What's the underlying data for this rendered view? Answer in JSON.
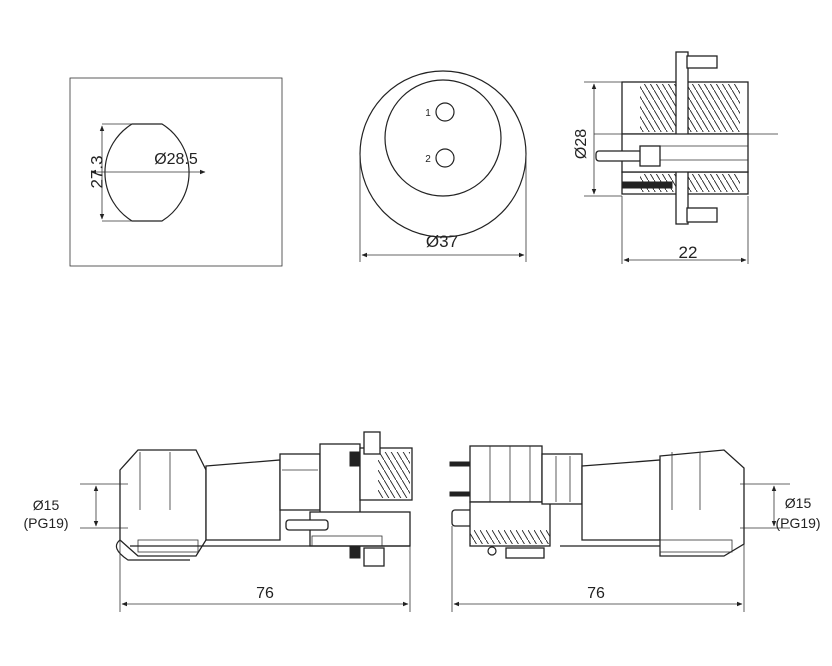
{
  "colors": {
    "line": "#222222",
    "background": "#ffffff",
    "hatch": "#333333"
  },
  "panel_cutout": {
    "diameter_label": "Ø28.5",
    "flat_label": "27.3"
  },
  "front_view": {
    "diameter_label": "Ø37",
    "pin_1": "1",
    "pin_2": "2"
  },
  "side_view": {
    "thread_label": "Ø28",
    "length_label": "22"
  },
  "plug_assembly": {
    "cable_label": "Ø15",
    "gland_label": "(PG19)",
    "length_label": "76"
  },
  "socket_assembly": {
    "cable_label": "Ø15",
    "gland_label": "(PG19)",
    "length_label": "76"
  }
}
